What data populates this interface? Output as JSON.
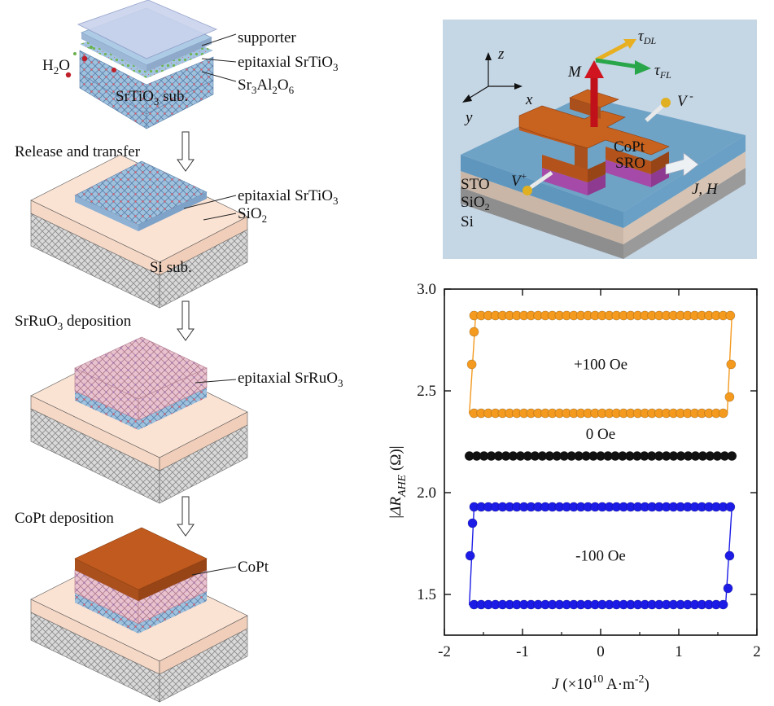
{
  "left_panel": {
    "step1": {
      "labels": {
        "supporter": "supporter",
        "epi_sto_prefix": "epitaxial SrTiO",
        "epi_sto_sub": "3",
        "sao_a": "Sr",
        "sao_b": "3",
        "sao_c": "Al",
        "sao_d": "2",
        "sao_e": "O",
        "sao_f": "6",
        "h2o_a": "H",
        "h2o_b": "2",
        "h2o_c": "O",
        "sub_a": "SrTiO",
        "sub_b": "3",
        "sub_c": " sub."
      }
    },
    "arrow1_label": "Release and transfer",
    "step2": {
      "epi_sto_prefix": "epitaxial SrTiO",
      "epi_sto_sub": "3",
      "sio2_a": "SiO",
      "sio2_b": "2",
      "si_sub": "Si sub."
    },
    "arrow2_label_a": "SrRuO",
    "arrow2_label_b": "3",
    "arrow2_label_c": " deposition",
    "step3": {
      "epi_sro_prefix": "epitaxial SrRuO",
      "epi_sro_sub": "3"
    },
    "arrow3_label": "CoPt deposition",
    "step4": {
      "copt": "CoPt"
    }
  },
  "device_panel": {
    "axes": {
      "z": "z",
      "x": "x",
      "y": "y"
    },
    "M": "M",
    "tau_dl_a": "τ",
    "tau_dl_b": "DL",
    "tau_fl_a": "τ",
    "tau_fl_b": "FL",
    "v_minus_a": "V",
    "v_minus_b": " -",
    "v_plus_a": "V",
    "v_plus_b": "+",
    "copt": "CoPt",
    "sro": "SRO",
    "sto": "STO",
    "sio2_a": "SiO",
    "sio2_b": "2",
    "si": "Si",
    "jh": "J, H",
    "colors": {
      "bg": "#c5d6e5",
      "sto": "#6fa3c6",
      "sio2": "#c9b6a6",
      "si": "#8e8e8e",
      "copt": "#c05a1e",
      "sro": "#a54aa8"
    }
  },
  "chart_data": {
    "type": "scatter",
    "title": "",
    "xlabel_a": "J",
    "xlabel_b": " (×10",
    "xlabel_c": "10",
    "xlabel_d": " A·m",
    "xlabel_e": "-2",
    "xlabel_f": ")",
    "ylabel_a": "|",
    "ylabel_b": "ΔR",
    "ylabel_c": "AHE",
    "ylabel_d": " (Ω)|",
    "xlim": [
      -2,
      2
    ],
    "ylim": [
      1.3,
      3.0
    ],
    "xticks": [
      "-2",
      "-1",
      "0",
      "1",
      "2"
    ],
    "yticks": [
      "1.5",
      "2.0",
      "2.5",
      "3.0"
    ],
    "series": [
      {
        "name": "+100 Oe",
        "color": "#f39a1f",
        "upper": 2.87,
        "lower": 2.39,
        "switch_neg": -1.6,
        "switch_pos": 1.62
      },
      {
        "name": "0 Oe",
        "color": "#111111",
        "value": 2.18
      },
      {
        "name": "-100 Oe",
        "color": "#1c1ce6",
        "upper": 1.93,
        "lower": 1.45,
        "switch_neg": -1.62,
        "switch_pos": 1.6
      }
    ]
  }
}
